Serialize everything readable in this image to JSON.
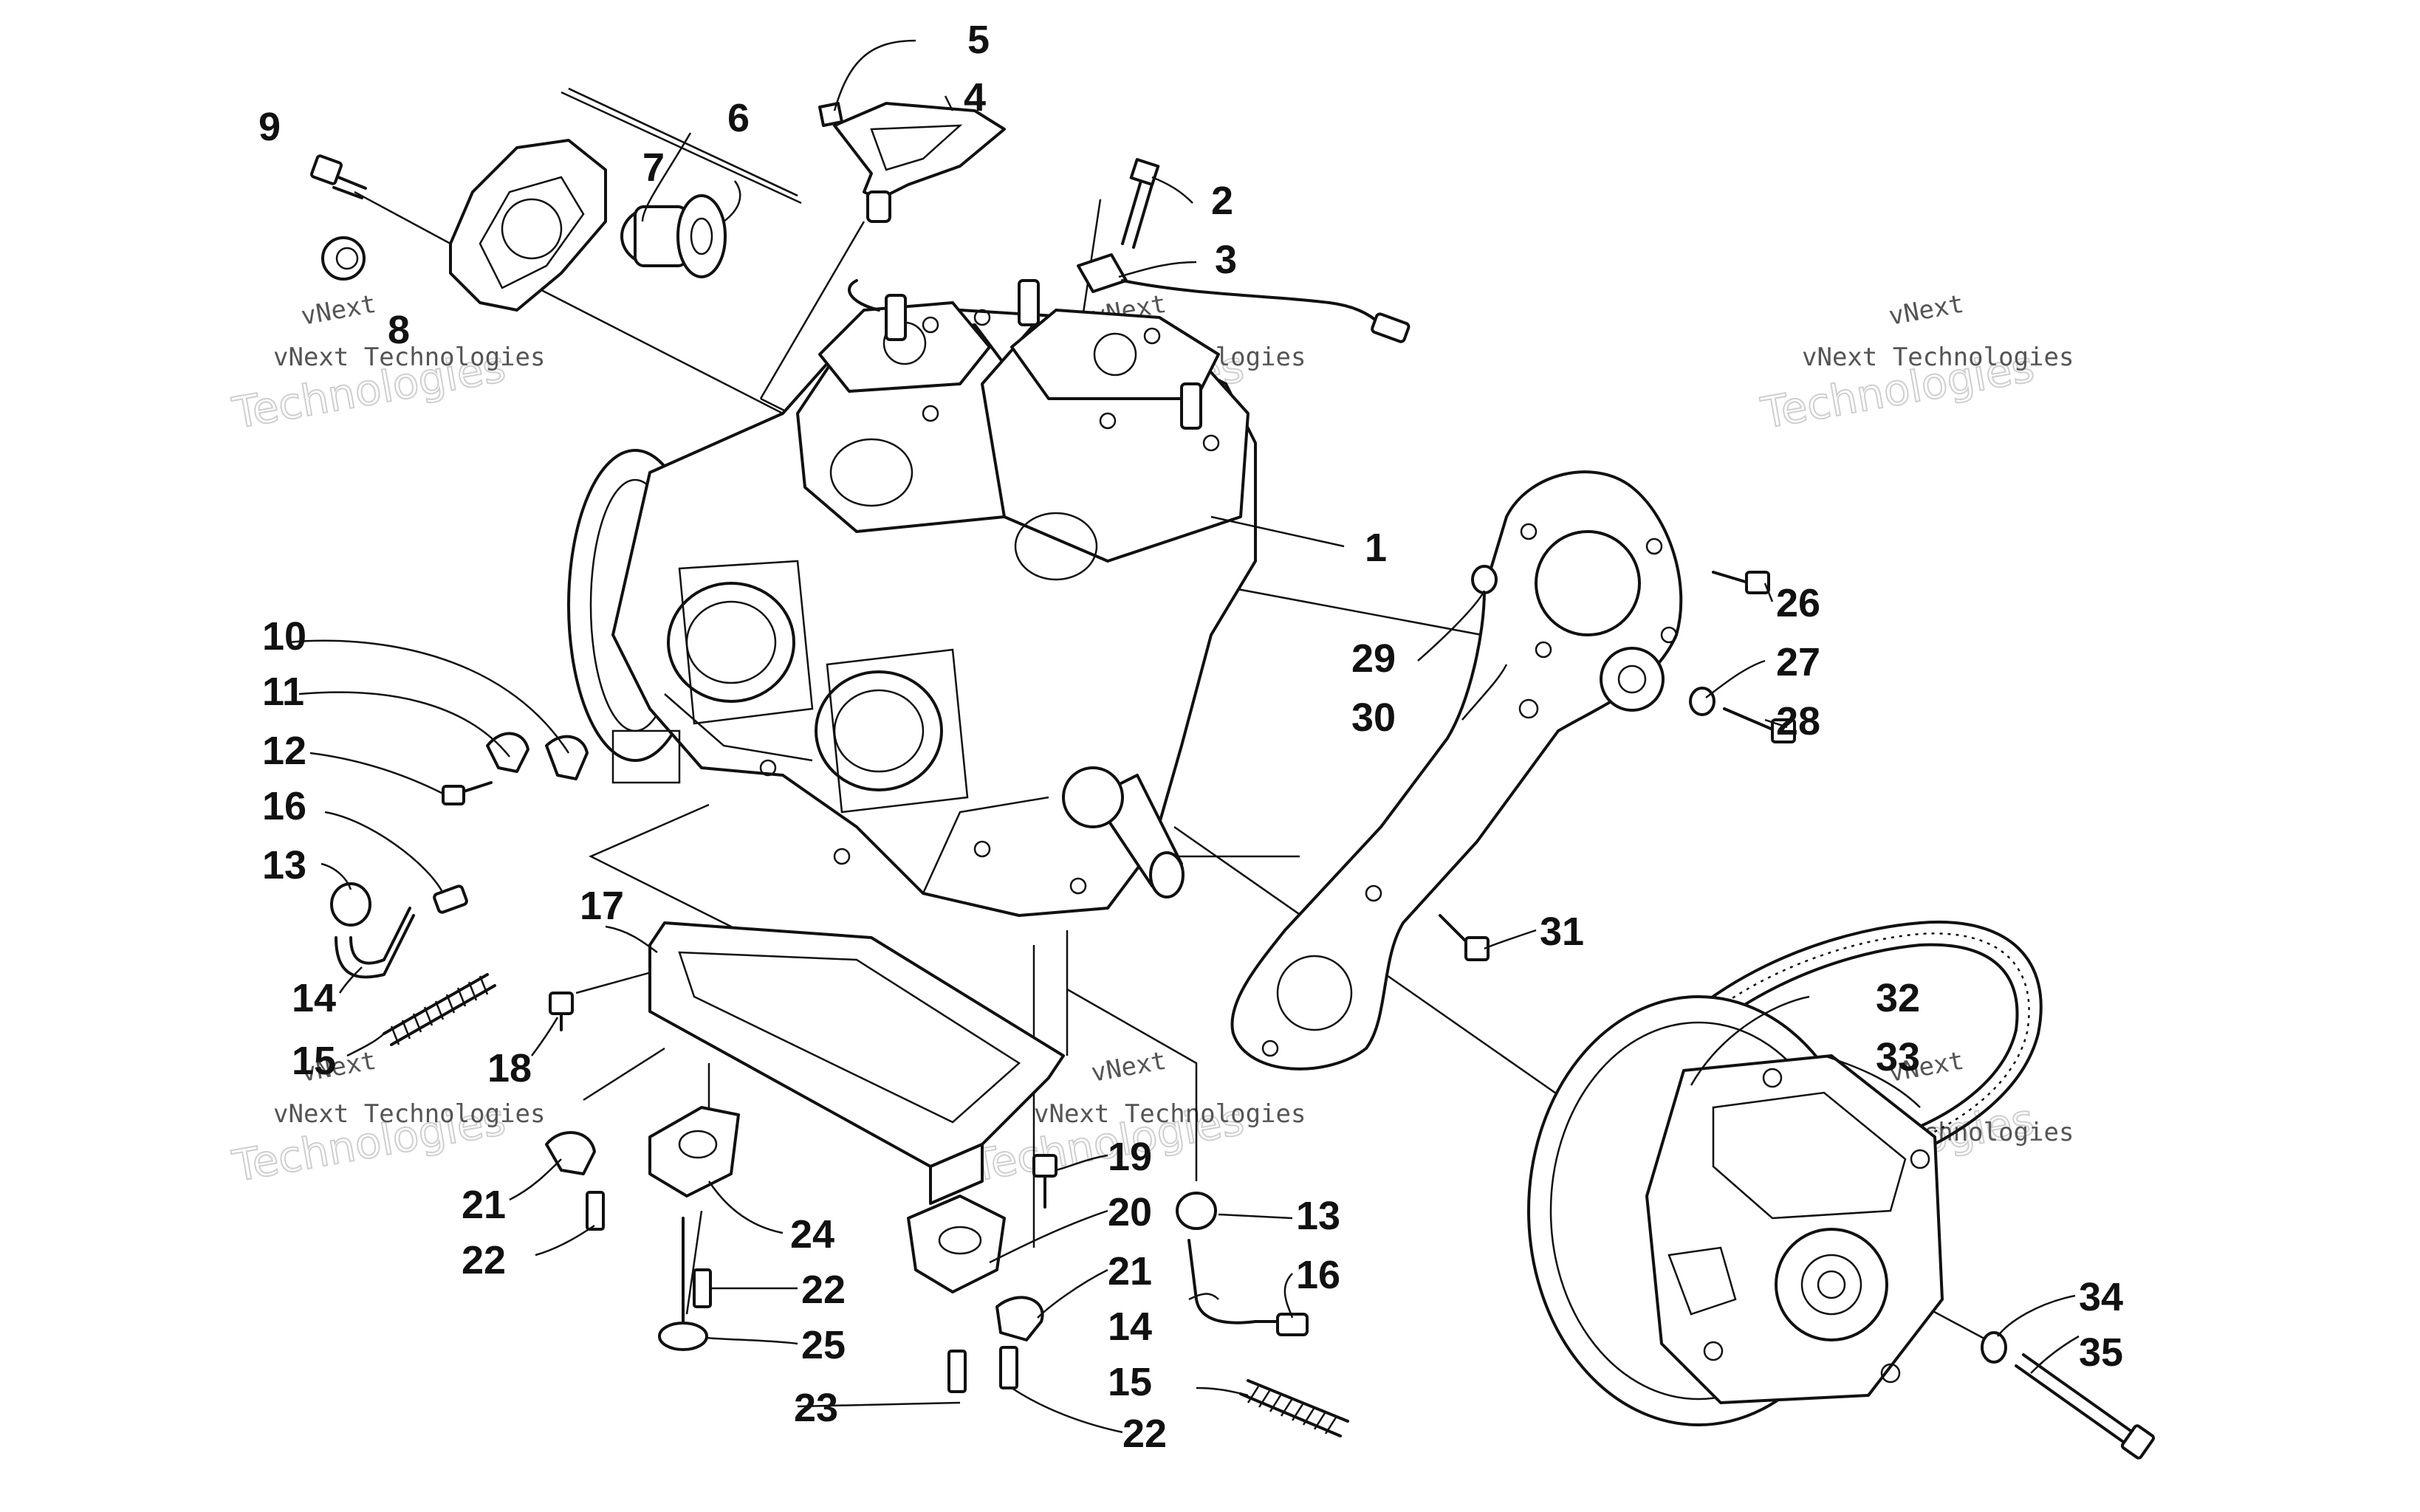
{
  "watermark": {
    "brand": "vNext",
    "line": "vNext Technologies",
    "big": "Technologies"
  },
  "callouts": [
    "1",
    "2",
    "3",
    "4",
    "5",
    "6",
    "7",
    "8",
    "9",
    "10",
    "11",
    "12",
    "13",
    "14",
    "15",
    "16",
    "17",
    "18",
    "19",
    "20",
    "21",
    "22",
    "23",
    "24",
    "25",
    "26",
    "27",
    "28",
    "29",
    "30",
    "31",
    "32",
    "33",
    "34",
    "35"
  ],
  "parts": {
    "p1": "engine-block",
    "p2": "bolt",
    "p3": "sensor-wire",
    "p4": "starter-handle",
    "p5": "rope-clip",
    "p6": "recoil-housing",
    "p7": "recoil-pulley",
    "p8": "grommet",
    "p9": "bolt",
    "p30": "mount-plate",
    "p32": "drive-clutch",
    "p33": "drive-belt"
  }
}
